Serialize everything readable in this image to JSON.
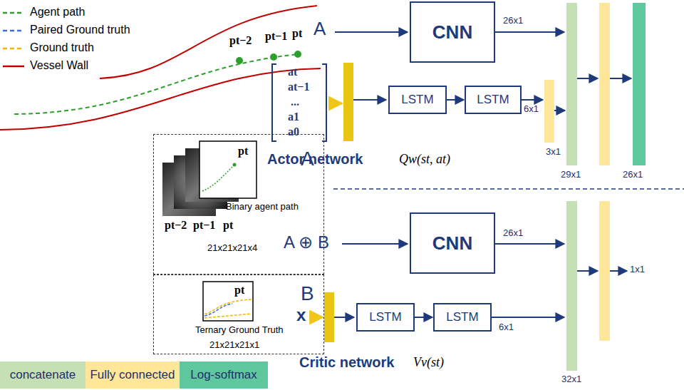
{
  "diagram": {
    "nodes": [
      {
        "text": [
          "A",
          "pt",
          "Binary agent path",
          "pt−2",
          "pt−1",
          "pt",
          "21x21x21x4"
        ]
      },
      {
        "text": [
          "B",
          "pt",
          "Ternary Ground Truth",
          "21x21x21x1"
        ]
      },
      {
        "text": [
          "CNN"
        ]
      },
      {
        "text": [
          "LSTM"
        ]
      },
      {
        "text": [
          "LSTM"
        ]
      },
      {
        "text": [
          "CNN"
        ]
      },
      {
        "text": [
          "LSTM"
        ]
      },
      {
        "text": [
          "LSTM"
        ]
      }
    ],
    "edges": [
      {
        "from": 3,
        "to": 4,
        "arrow": "to"
      },
      {
        "from": 6,
        "to": 7,
        "arrow": "to"
      }
    ],
    "labels": [
      "pt−2",
      "pt−1",
      "pt",
      "A",
      "26x1",
      "at",
      "at−1",
      "...",
      "a1",
      "a0",
      "6x1",
      "3x1",
      "29x1",
      "26x1",
      "Actor network",
      "Qw(st, at)",
      "A ⊕ B",
      "26x1",
      "x",
      "6x1",
      "32x1",
      "1x1",
      "Critic network",
      "Vv(st)"
    ],
    "legend": [
      {
        "text": "Agent path"
      },
      {
        "text": "Paired Ground truth"
      },
      {
        "text": "Ground truth"
      },
      {
        "text": "Vessel Wall"
      },
      {
        "text": "concatenate",
        "color": "#c5e0b4"
      },
      {
        "text": "Fully connected",
        "color": "#ffe699"
      },
      {
        "text": "Log-softmax",
        "color": "#5fc79e"
      }
    ]
  }
}
